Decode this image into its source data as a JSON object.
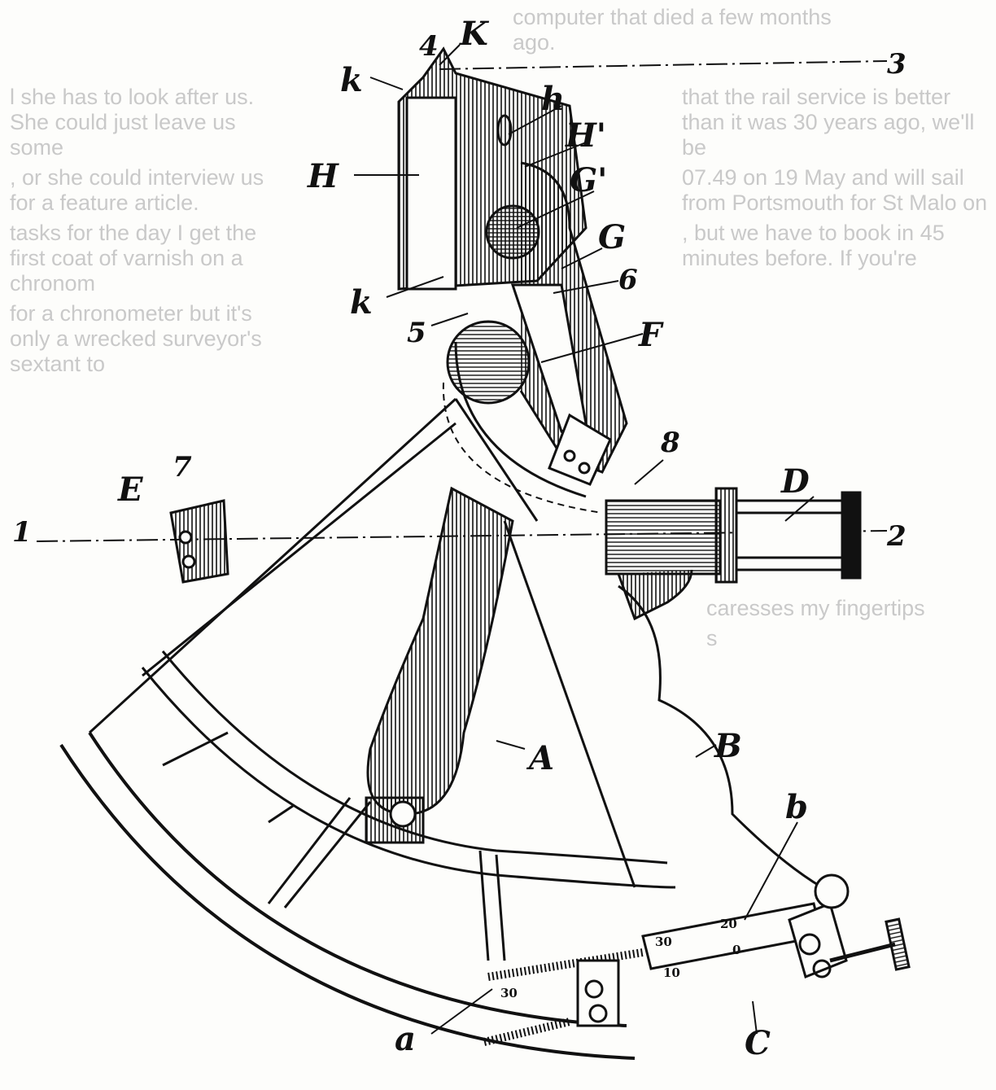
{
  "bleed_through_text": [
    "computer that died a few months ago.",
    "that the rail service is better than it was 30 years ago, we'll be",
    "07.49 on 19 May and will sail from Portsmouth for St Malo on",
    ", but we have to book in 45 minutes before. If you're",
    "l she has to look after us. She could just leave us some",
    ", or she could interview us for a feature article.",
    "tasks for the day I get the first coat of varnish on a chronom",
    "for a chronometer but it's only a wrecked surveyor's sextant to",
    "caresses my fingertips",
    "s"
  ],
  "labels": {
    "K": "K",
    "four": "4",
    "three": "3",
    "k_top": "k",
    "h": "h",
    "H_prime": "H'",
    "H": "H",
    "G_prime": "G'",
    "G": "G",
    "k_bottom": "k",
    "six": "6",
    "five": "5",
    "F": "F",
    "eight": "8",
    "D": "D",
    "E": "E",
    "seven": "7",
    "one": "1",
    "two": "2",
    "A": "A",
    "B": "B",
    "b": "b",
    "a": "a",
    "C": "C"
  },
  "scale_marks": {
    "arc_30": "30",
    "arc_10": "10",
    "vernier_30": "30",
    "vernier_20": "20",
    "vernier_0": "0"
  },
  "colors": {
    "ink": "#111111",
    "paper": "#fdfdfb",
    "bleed": "#c9c9c9"
  }
}
